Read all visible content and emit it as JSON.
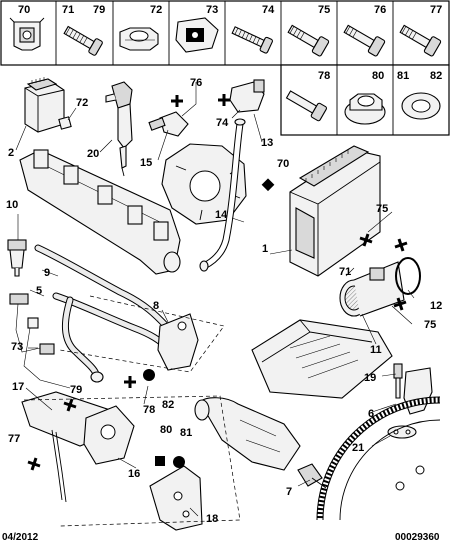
{
  "header_parts": [
    {
      "id": "header-70",
      "label": "70"
    },
    {
      "id": "header-71",
      "label": "71"
    },
    {
      "id": "header-79",
      "label": "79"
    },
    {
      "id": "header-72",
      "label": "72"
    },
    {
      "id": "header-73",
      "label": "73"
    },
    {
      "id": "header-74",
      "label": "74"
    },
    {
      "id": "header-75",
      "label": "75"
    },
    {
      "id": "header-76",
      "label": "76"
    },
    {
      "id": "header-77",
      "label": "77"
    },
    {
      "id": "header-78",
      "label": "78"
    },
    {
      "id": "header-80",
      "label": "80"
    },
    {
      "id": "header-81",
      "label": "81"
    },
    {
      "id": "header-82",
      "label": "82"
    }
  ],
  "callouts": {
    "c2": "2",
    "c72": "72",
    "c20": "20",
    "c76": "76",
    "c74": "74",
    "c15": "15",
    "c13": "13",
    "c70": "70",
    "c10": "10",
    "c14": "14",
    "c1": "1",
    "c75a": "75",
    "c9": "9",
    "c5": "5",
    "c71": "71",
    "c12": "12",
    "c75b": "75",
    "c8": "8",
    "c73": "73",
    "c11": "11",
    "c78": "78",
    "c82": "82",
    "c19": "19",
    "c17": "17",
    "c79": "79",
    "c6": "6",
    "c77": "77",
    "c80": "80",
    "c81": "81",
    "c21": "21",
    "c16": "16",
    "c7": "7",
    "c18": "18"
  },
  "footer": {
    "date": "04/2012",
    "reference": "00029360"
  }
}
